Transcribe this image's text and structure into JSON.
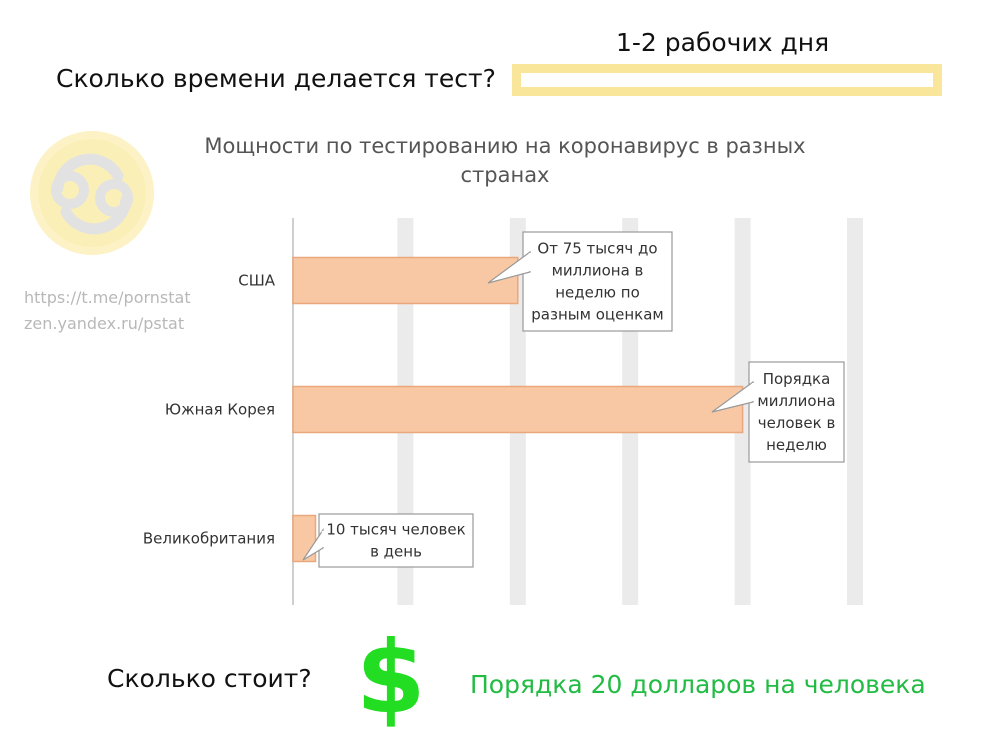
{
  "time_question": "Сколько времени делается тест?",
  "time_answer": "1-2 рабочих дня",
  "cost_question": "Сколько стоит?",
  "cost_answer": "Порядка 20 долларов на человека",
  "dollar_symbol": "$",
  "watermark": {
    "line1": "https://t.me/pornstat",
    "line2": "zen.yandex.ru/pstat",
    "logo_icon": "cancer-zodiac-icon"
  },
  "colors": {
    "bar_fill": "#f8c8a4",
    "bar_stroke": "#eaa77c",
    "gridline_band": "#ebebeb",
    "answer_bar": "#fae69b",
    "dollar": "#22dd22",
    "price_text": "#22bb44"
  },
  "chart_data": {
    "type": "bar",
    "orientation": "horizontal",
    "title": "Мощности по тестированию на коронавирус в разных странах",
    "categories": [
      "США",
      "Южная Корея",
      "Великобритания"
    ],
    "values": [
      0.5,
      1.0,
      0.05
    ],
    "xlim": [
      0,
      1.25
    ],
    "grid": true,
    "annotations": [
      {
        "category": "США",
        "text": "От 75 тысяч до миллиона в неделю по разным оценкам"
      },
      {
        "category": "Южная Корея",
        "text": "Порядка миллиона человек в неделю"
      },
      {
        "category": "Великобритания",
        "text": "10 тысяч человек в день"
      }
    ]
  }
}
